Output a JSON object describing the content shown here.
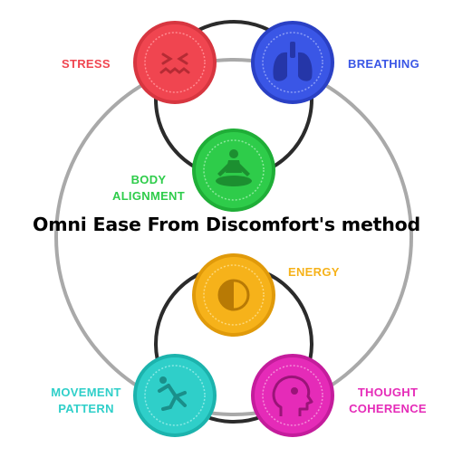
{
  "title": "Omni Ease From Discomfort's method",
  "colors": {
    "ring": "#a9a9a9",
    "inner_ring": "#2b2b2b",
    "stress": "#f04550",
    "breathing": "#3a56e6",
    "body_alignment": "#2ecc4a",
    "energy": "#f6b21a",
    "movement": "#2fcfc9",
    "thought": "#e52bb8"
  },
  "nodes": {
    "stress": {
      "label": "STRESS",
      "icon": "stressed-face-icon"
    },
    "breathing": {
      "label": "BREATHING",
      "icon": "lungs-icon"
    },
    "body_alignment": {
      "label_line1": "BODY",
      "label_line2": "ALIGNMENT",
      "icon": "meditation-pose-icon"
    },
    "energy": {
      "label": "ENERGY",
      "icon": "sun-half-icon"
    },
    "movement": {
      "label_line1": "MOVEMENT",
      "label_line2": "PATTERN",
      "icon": "runner-icon"
    },
    "thought": {
      "label_line1": "THOUGHT",
      "label_line2": "COHERENCE",
      "icon": "head-gear-icon"
    }
  }
}
